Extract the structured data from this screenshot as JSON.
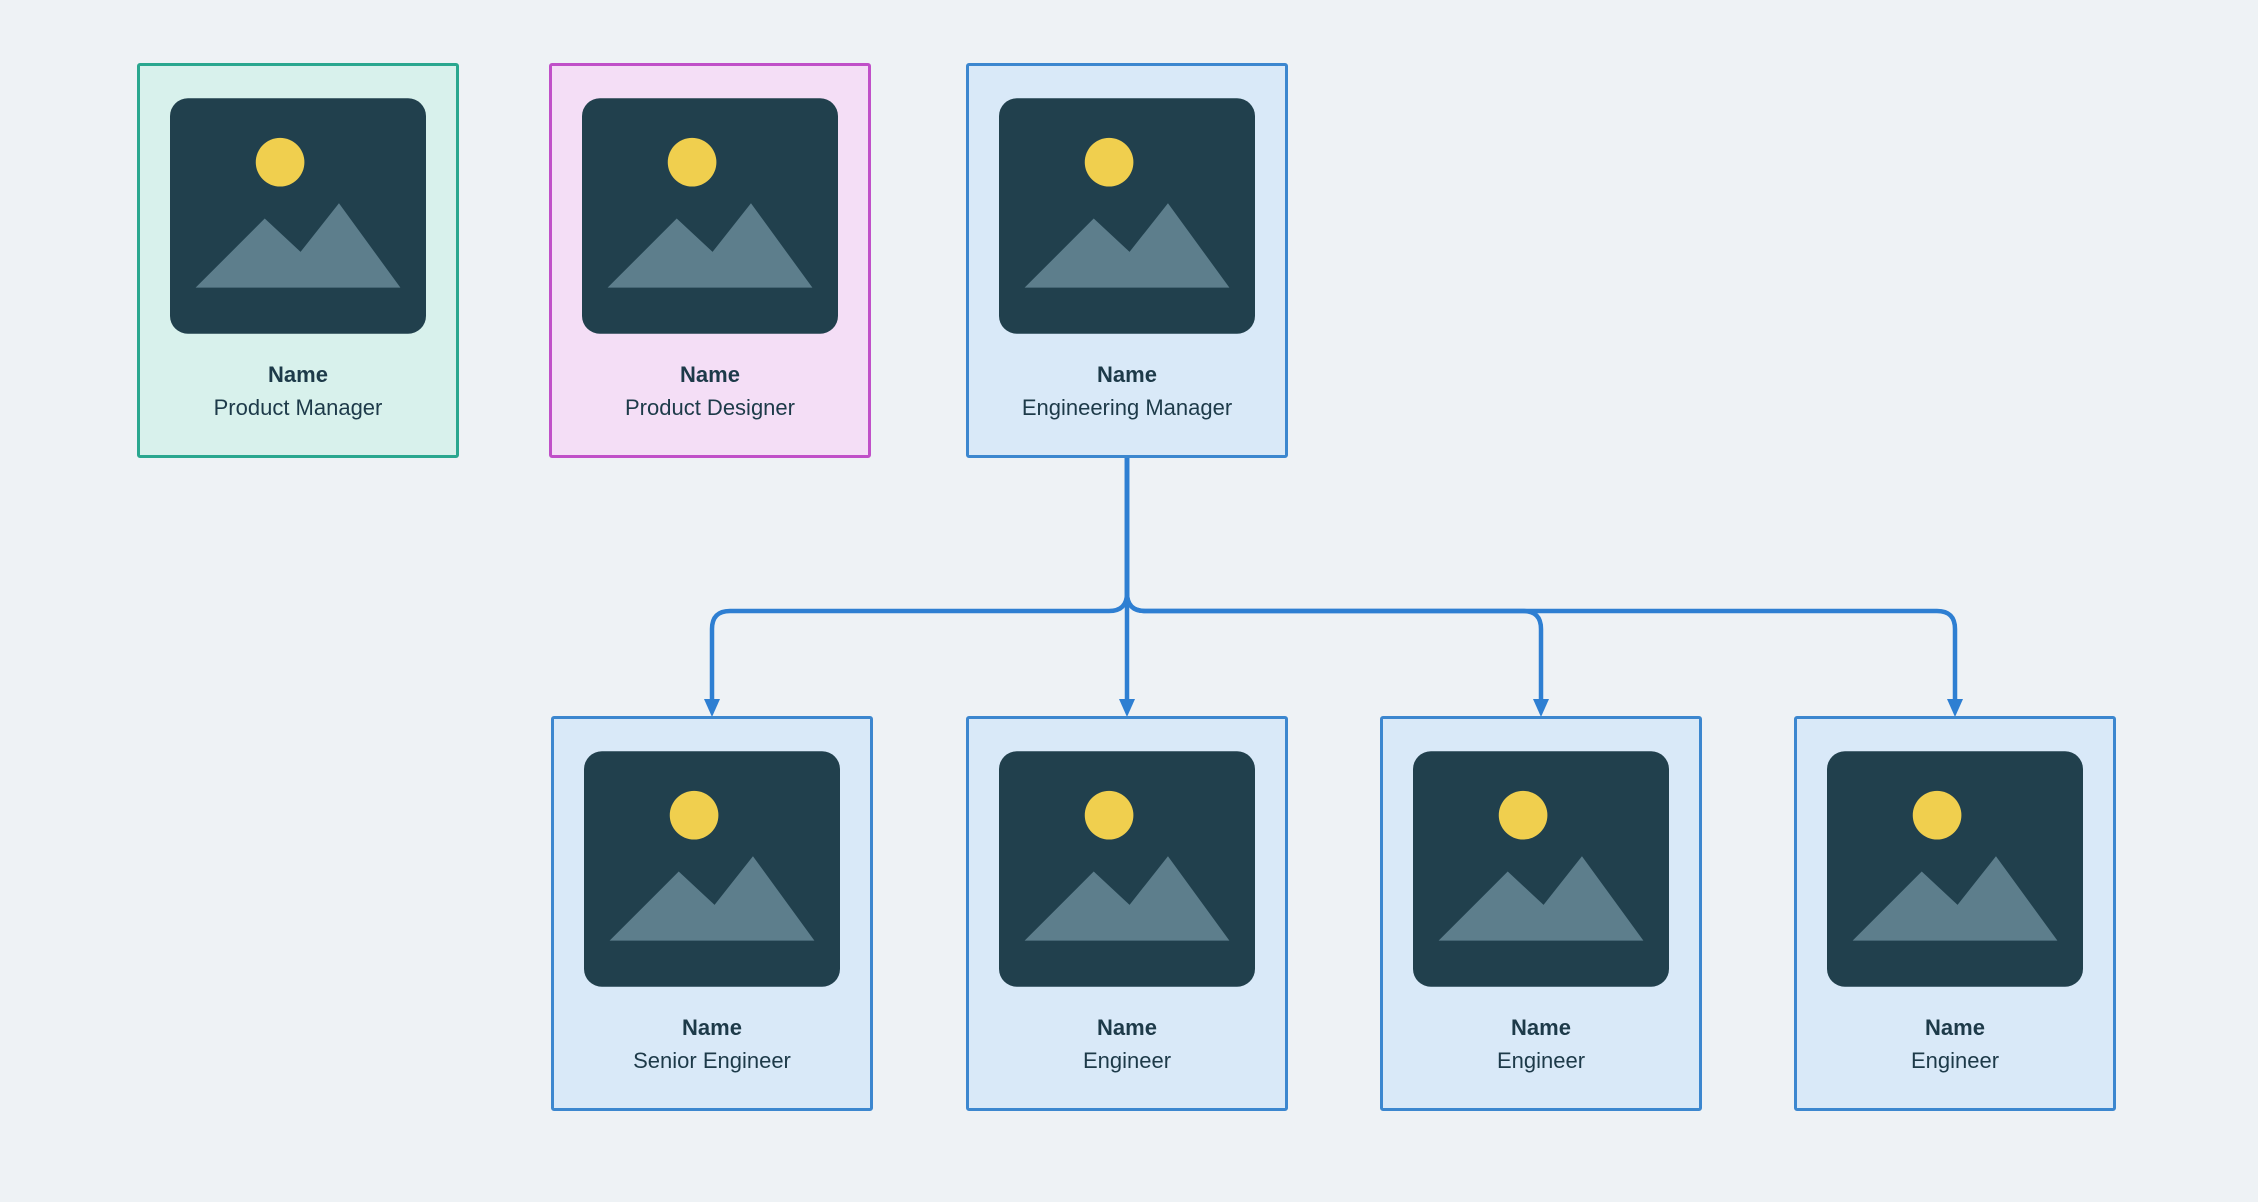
{
  "canvas": {
    "background_color": "#eef2f5",
    "description": "organization chart"
  },
  "connector": {
    "color": "#2e7fd2"
  },
  "placeholder": {
    "icon": "image-placeholder",
    "bg_color": "#21404d",
    "sun_color": "#f0cf4e",
    "mountain_color": "#5d7e8c"
  },
  "cards": [
    {
      "name": "Name",
      "role": "Product Manager",
      "border_color": "#2aa78f",
      "background_color": "#d8f1ec"
    },
    {
      "name": "Name",
      "role": "Product Designer",
      "border_color": "#c050c8",
      "background_color": "#f4def6"
    },
    {
      "name": "Name",
      "role": "Engineering Manager",
      "border_color": "#3c87cf",
      "background_color": "#d9e9f8"
    },
    {
      "name": "Name",
      "role": "Senior Engineer",
      "border_color": "#3c87cf",
      "background_color": "#d9e9f8"
    },
    {
      "name": "Name",
      "role": "Engineer",
      "border_color": "#3c87cf",
      "background_color": "#d9e9f8"
    },
    {
      "name": "Name",
      "role": "Engineer",
      "border_color": "#3c87cf",
      "background_color": "#d9e9f8"
    },
    {
      "name": "Name",
      "role": "Engineer",
      "border_color": "#3c87cf",
      "background_color": "#d9e9f8"
    }
  ]
}
